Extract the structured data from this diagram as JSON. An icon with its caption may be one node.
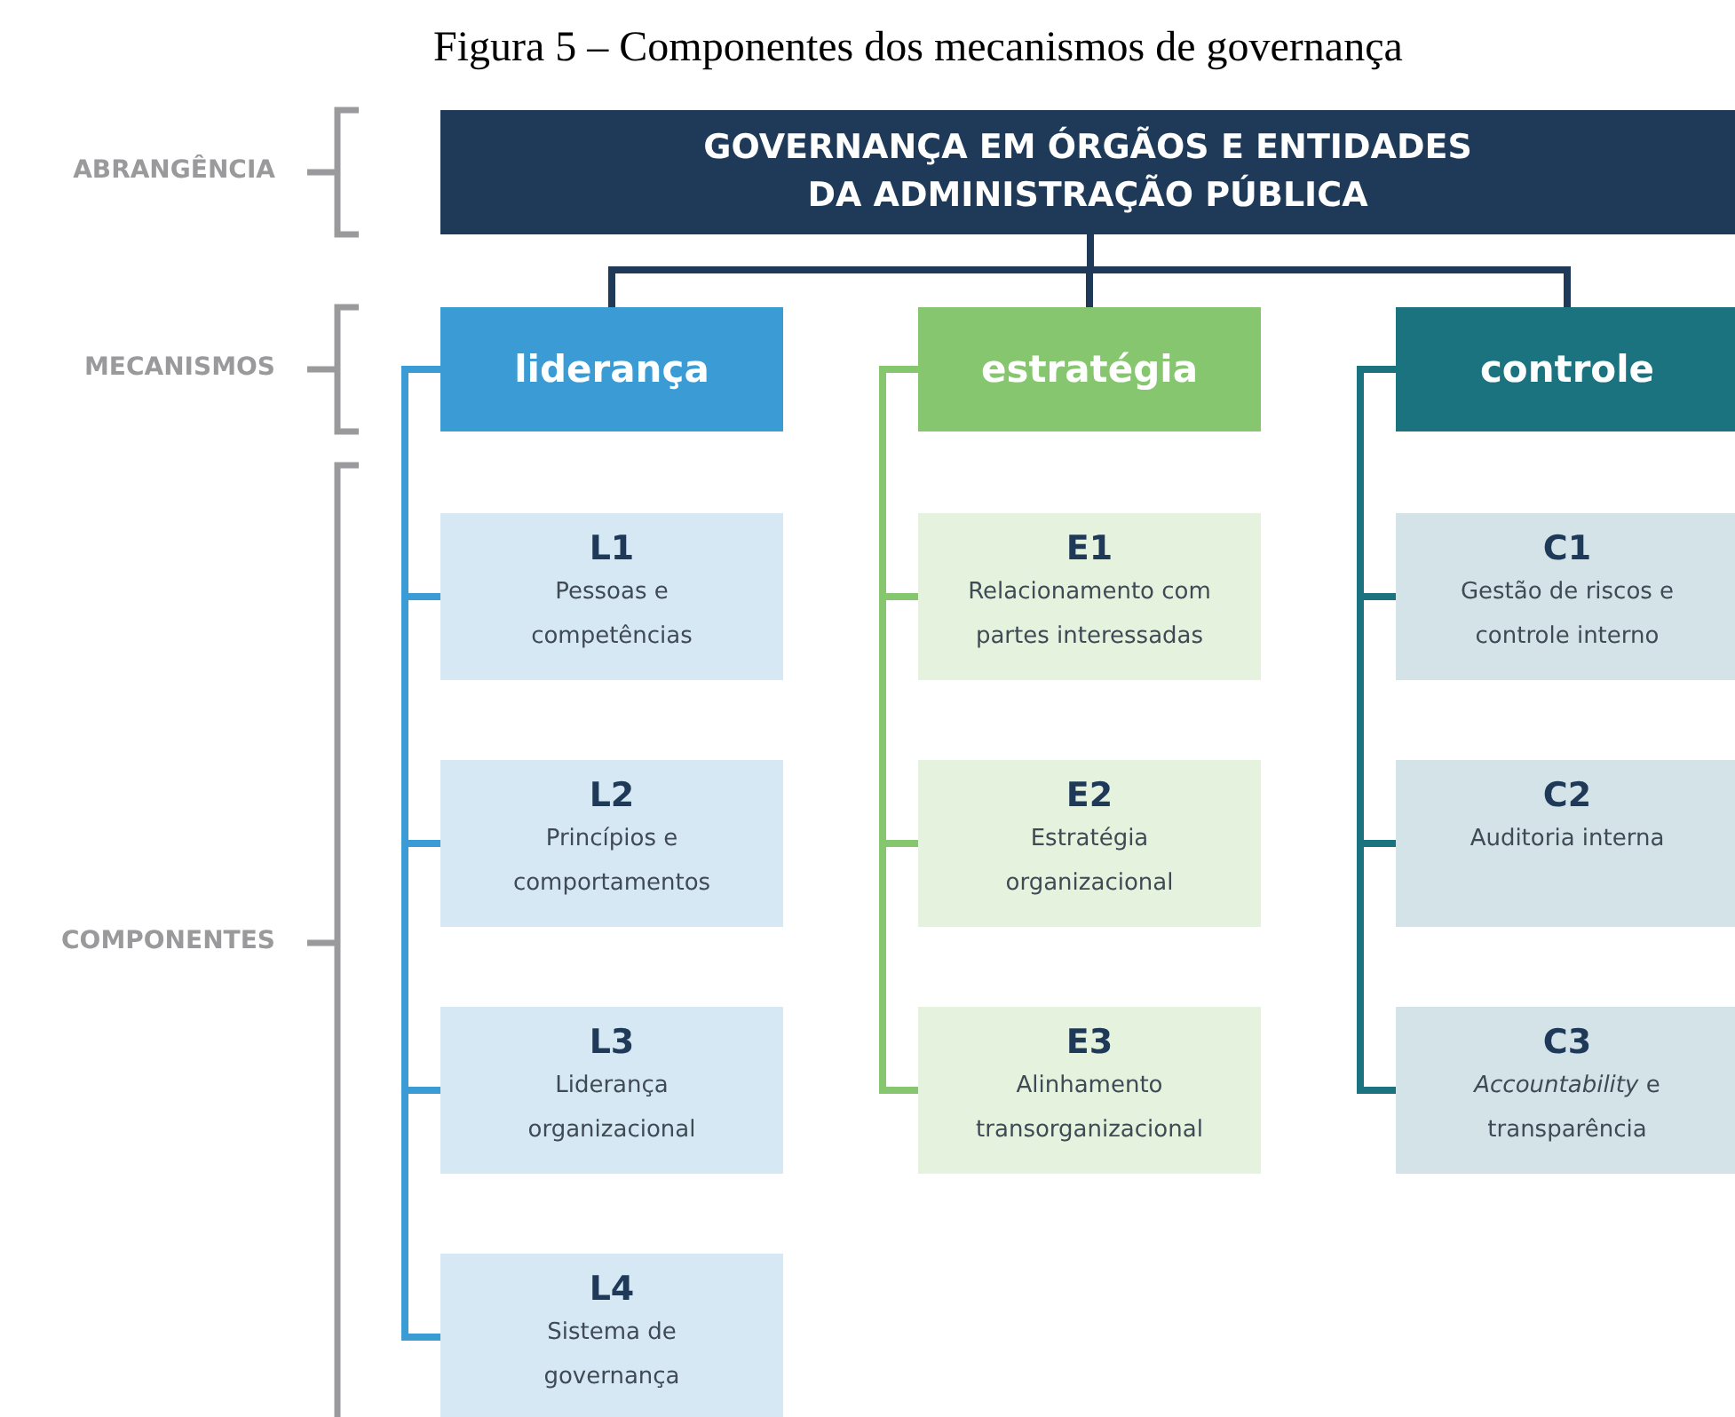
{
  "diagram": {
    "title": "Figura 5 – Componentes dos mecanismos de governança",
    "nodes": [
      {
        "text": [
          "GOVERNANÇA EM ÓRGÃOS E ENTIDADES DA ADMINISTRAÇÃO PÚBLICA"
        ]
      },
      {
        "text": [
          "liderança"
        ]
      },
      {
        "text": [
          "estratégia"
        ]
      },
      {
        "text": [
          "controle"
        ]
      },
      {
        "text": [
          "L1",
          "Pessoas e competências"
        ]
      },
      {
        "text": [
          "L2",
          "Princípios e comportamentos"
        ]
      },
      {
        "text": [
          "L3",
          "Liderança organizacional"
        ]
      },
      {
        "text": [
          "L4",
          "Sistema de governança"
        ]
      },
      {
        "text": [
          "E1",
          "Relacionamento com partes interessadas"
        ]
      },
      {
        "text": [
          "E2",
          "Estratégia organizacional"
        ]
      },
      {
        "text": [
          "E3",
          "Alinhamento transorganizacional"
        ]
      },
      {
        "text": [
          "C1",
          "Gestão de riscos e controle interno"
        ]
      },
      {
        "text": [
          "C2",
          "Auditoria interna"
        ]
      },
      {
        "text": [
          "C3",
          "*Accountability* e transparência"
        ]
      }
    ],
    "edges": [
      {
        "from": 0,
        "to": 1,
        "arrow": "none",
        "color": "#1f3a58"
      },
      {
        "from": 0,
        "to": 2,
        "arrow": "none",
        "color": "#1f3a58"
      },
      {
        "from": 0,
        "to": 3,
        "arrow": "none",
        "color": "#1f3a58"
      },
      {
        "from": 1,
        "to": 4,
        "arrow": "none",
        "color": "#3a9bd5"
      },
      {
        "from": 1,
        "to": 5,
        "arrow": "none",
        "color": "#3a9bd5"
      },
      {
        "from": 1,
        "to": 6,
        "arrow": "none",
        "color": "#3a9bd5"
      },
      {
        "from": 1,
        "to": 7,
        "arrow": "none",
        "color": "#3a9bd5"
      },
      {
        "from": 2,
        "to": 8,
        "arrow": "none",
        "color": "#85c66f"
      },
      {
        "from": 2,
        "to": 9,
        "arrow": "none",
        "color": "#85c66f"
      },
      {
        "from": 2,
        "to": 10,
        "arrow": "none",
        "color": "#85c66f"
      },
      {
        "from": 3,
        "to": 11,
        "arrow": "none",
        "color": "#1b7380"
      },
      {
        "from": 3,
        "to": 12,
        "arrow": "none",
        "color": "#1b7380"
      },
      {
        "from": 3,
        "to": 13,
        "arrow": "none",
        "color": "#1b7380"
      }
    ],
    "labels": [
      "ABRANGÊNCIA",
      "MECANISMOS",
      "COMPONENTES"
    ]
  }
}
